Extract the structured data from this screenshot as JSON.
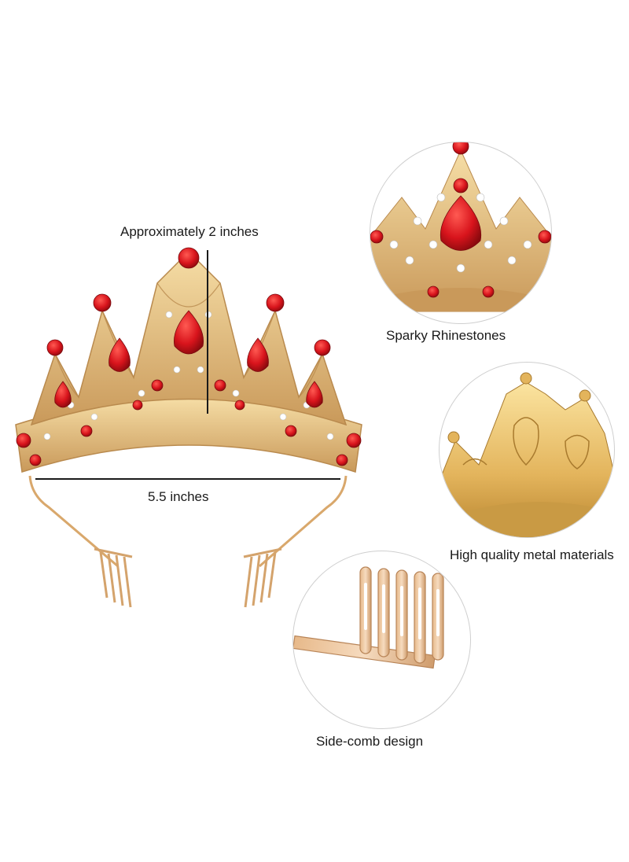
{
  "main_image": {
    "height_label": "Approximately 2 inches",
    "width_label": "5.5 inches"
  },
  "details": [
    {
      "label": "Sparky Rhinestones",
      "icon": "rhinestone-closeup-icon"
    },
    {
      "label": "High quality metal materials",
      "icon": "metal-filigree-closeup-icon"
    },
    {
      "label": "Side-comb design",
      "icon": "side-comb-closeup-icon"
    }
  ],
  "colors": {
    "gold": "#e8c27a",
    "gold_dark": "#c9995a",
    "ruby": "#d8141c",
    "ruby_dark": "#9e0a10",
    "line": "#1a1a1a"
  }
}
